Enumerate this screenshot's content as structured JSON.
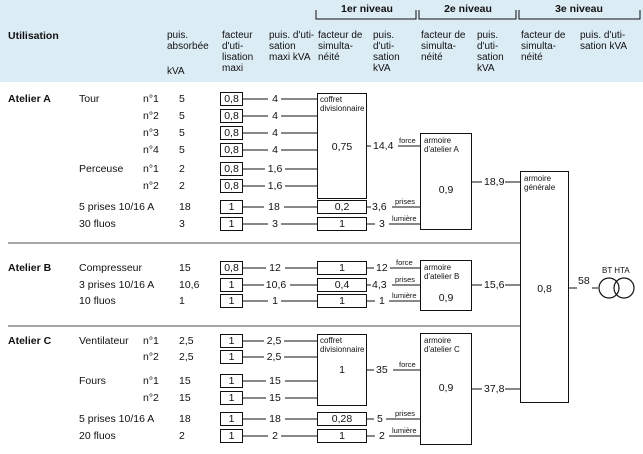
{
  "header": {
    "utilisation": "Utilisation",
    "puis_absorbee": "puis. absorbée",
    "puis_absorbee_unit": "kVA",
    "facteur_util_maxi": "facteur d'uti- lisation maxi",
    "puis_util_maxi": "puis. d'uti- sation maxi kVA",
    "niveau1": "1er niveau",
    "niveau2": "2e niveau",
    "niveau3": "3e niveau",
    "facteur_simul_1": "facteur de simulta- néité",
    "puis_util_1": "puis. d'uti- sation kVA",
    "facteur_simul_2": "facteur de simulta- néité",
    "puis_util_2": "puis. d'uti- sation kVA",
    "facteur_simul_3": "facteur de simulta- néité",
    "puis_util_3": "puis. d'uti- sation kVA"
  },
  "rows": [
    {
      "atelier": "Atelier A",
      "equip": "Tour",
      "num": "n°1",
      "abs": "5",
      "fu": "0,8",
      "pu": "4"
    },
    {
      "atelier": "",
      "equip": "",
      "num": "n°2",
      "abs": "5",
      "fu": "0,8",
      "pu": "4"
    },
    {
      "atelier": "",
      "equip": "",
      "num": "n°3",
      "abs": "5",
      "fu": "0,8",
      "pu": "4"
    },
    {
      "atelier": "",
      "equip": "",
      "num": "n°4",
      "abs": "5",
      "fu": "0,8",
      "pu": "4"
    },
    {
      "atelier": "",
      "equip": "Perceuse",
      "num": "n°1",
      "abs": "2",
      "fu": "0,8",
      "pu": "1,6"
    },
    {
      "atelier": "",
      "equip": "",
      "num": "n°2",
      "abs": "2",
      "fu": "0,8",
      "pu": "1,6"
    },
    {
      "atelier": "",
      "equip": "5 prises  10/16 A",
      "num": "",
      "abs": "18",
      "fu": "1",
      "pu": "18"
    },
    {
      "atelier": "",
      "equip": "30 fluos",
      "num": "",
      "abs": "3",
      "fu": "1",
      "pu": "3"
    },
    {
      "atelier": "Atelier B",
      "equip": "Compresseur",
      "num": "",
      "abs": "15",
      "fu": "0,8",
      "pu": "12"
    },
    {
      "atelier": "",
      "equip": "3 prises  10/16 A",
      "num": "",
      "abs": "10,6",
      "fu": "1",
      "pu": "10,6"
    },
    {
      "atelier": "",
      "equip": "10 fluos",
      "num": "",
      "abs": "1",
      "fu": "1",
      "pu": "1"
    },
    {
      "atelier": "Atelier C",
      "equip": "Ventilateur",
      "num": "n°1",
      "abs": "2,5",
      "fu": "1",
      "pu": "2,5"
    },
    {
      "atelier": "",
      "equip": "",
      "num": "n°2",
      "abs": "2,5",
      "fu": "1",
      "pu": "2,5"
    },
    {
      "atelier": "",
      "equip": "Fours",
      "num": "n°1",
      "abs": "15",
      "fu": "1",
      "pu": "15"
    },
    {
      "atelier": "",
      "equip": "",
      "num": "n°2",
      "abs": "15",
      "fu": "1",
      "pu": "15"
    },
    {
      "atelier": "",
      "equip": "5 prises  10/16 A",
      "num": "",
      "abs": "18",
      "fu": "1",
      "pu": "18"
    },
    {
      "atelier": "",
      "equip": "20 fluos",
      "num": "",
      "abs": "2",
      "fu": "1",
      "pu": "2"
    }
  ],
  "level1": {
    "coffret_label": "coffret divisionnaire",
    "A_coffret_fs": "0,75",
    "A_coffret_out": "14,4",
    "A_prises_fs": "0,2",
    "A_prises_out": "3,6",
    "A_fluos_fs": "1",
    "A_fluos_out": "3",
    "B_comp_fs": "1",
    "B_comp_out": "12",
    "B_prises_fs": "0,4",
    "B_prises_out": "4,3",
    "B_fluos_fs": "1",
    "B_fluos_out": "1",
    "C_coffret_fs": "1",
    "C_coffret_out": "35",
    "C_prises_fs": "0,28",
    "C_prises_out": "5",
    "C_fluos_fs": "1",
    "C_fluos_out": "2",
    "force": "force",
    "prises": "prises",
    "lumiere": "lumière"
  },
  "level2": {
    "armoire_A": "armoire d'atelier A",
    "A_fs": "0,9",
    "A_out": "18,9",
    "armoire_B": "armoire d'atelier B",
    "B_fs": "0,9",
    "B_out": "15,6",
    "armoire_C": "armoire d'atelier C",
    "C_fs": "0,9",
    "C_out": "37,8"
  },
  "level3": {
    "armoire_generale": "armoire générale",
    "fs": "0,8",
    "out": "58",
    "transfo": "BT HTA"
  }
}
